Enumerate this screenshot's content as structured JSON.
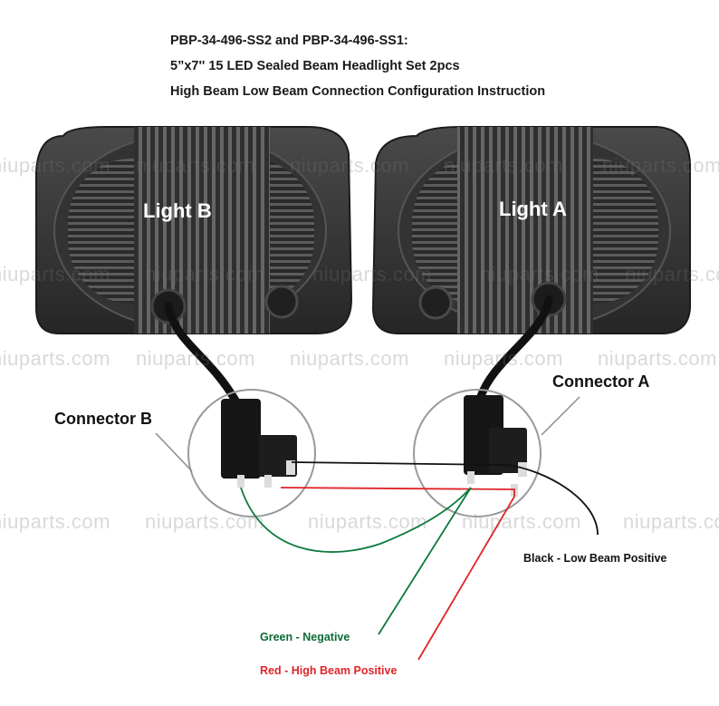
{
  "title": {
    "line1": "PBP-34-496-SS2 and PBP-34-496-SS1:",
    "line2": "5”x7'' 15 LED Sealed Beam Headlight Set 2pcs",
    "line3": "High Beam Low Beam Connection Configuration Instruction"
  },
  "lights": {
    "b_label": "Light B",
    "a_label": "Light A"
  },
  "connectors": {
    "b_label": "Connector B",
    "a_label": "Connector A"
  },
  "wires": {
    "black": "Black - Low Beam Positive",
    "green": "Green - Negative",
    "red": "Red - High Beam Positive"
  },
  "colors": {
    "black_wire": "#111111",
    "green_wire": "#0b7a3b",
    "red_wire": "#e0242a",
    "green_label": "#0b6b35",
    "red_label": "#e0242a"
  },
  "watermark": "niuparts.com"
}
